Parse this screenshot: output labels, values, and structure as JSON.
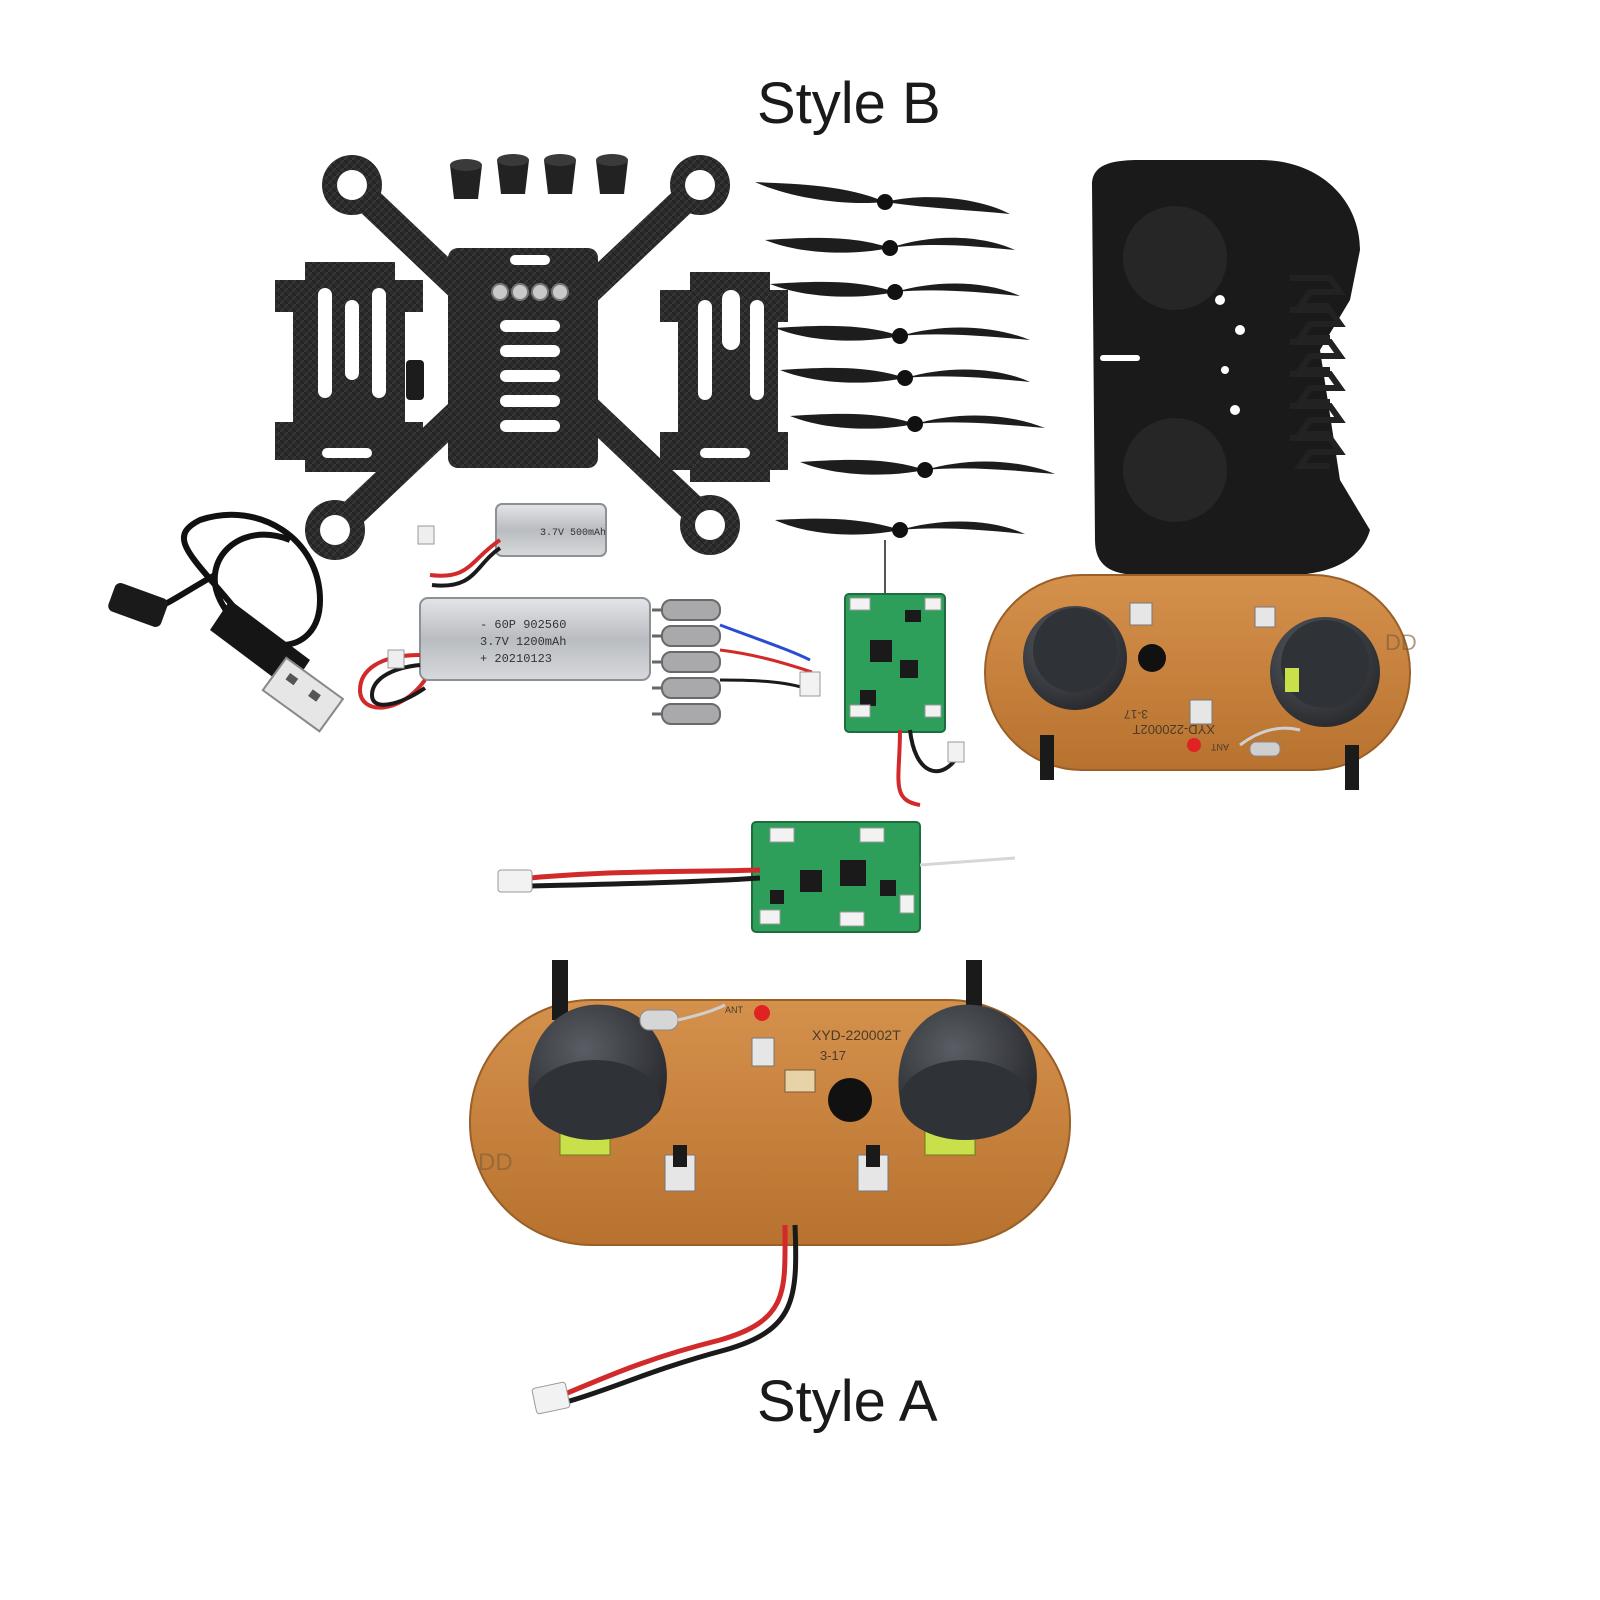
{
  "labels": {
    "style_b": "Style B",
    "style_a": "Style A"
  },
  "battery_small": {
    "text": "3.7V 500mAh"
  },
  "battery_large": {
    "line1": "- 60P 902560",
    "line2": "3.7V 1200mAh",
    "line3": "+ 20210123"
  },
  "remote_a": {
    "model": "XYD-220002T",
    "date": "3-17",
    "ant": "ANT",
    "edge_mark": "DD"
  },
  "remote_b": {
    "model": "XYD-220002T",
    "date": "3-17",
    "ant": "ANT",
    "edge_mark": "DD"
  },
  "colors": {
    "carbon": "#2b2b2b",
    "pcb_brown": "#c8823f",
    "pcb_green": "#2e9e5b",
    "joystick": "#3a3d42",
    "wire_red": "#d22a2a",
    "wire_black": "#1a1a1a",
    "battery": "#c9ccd0"
  }
}
